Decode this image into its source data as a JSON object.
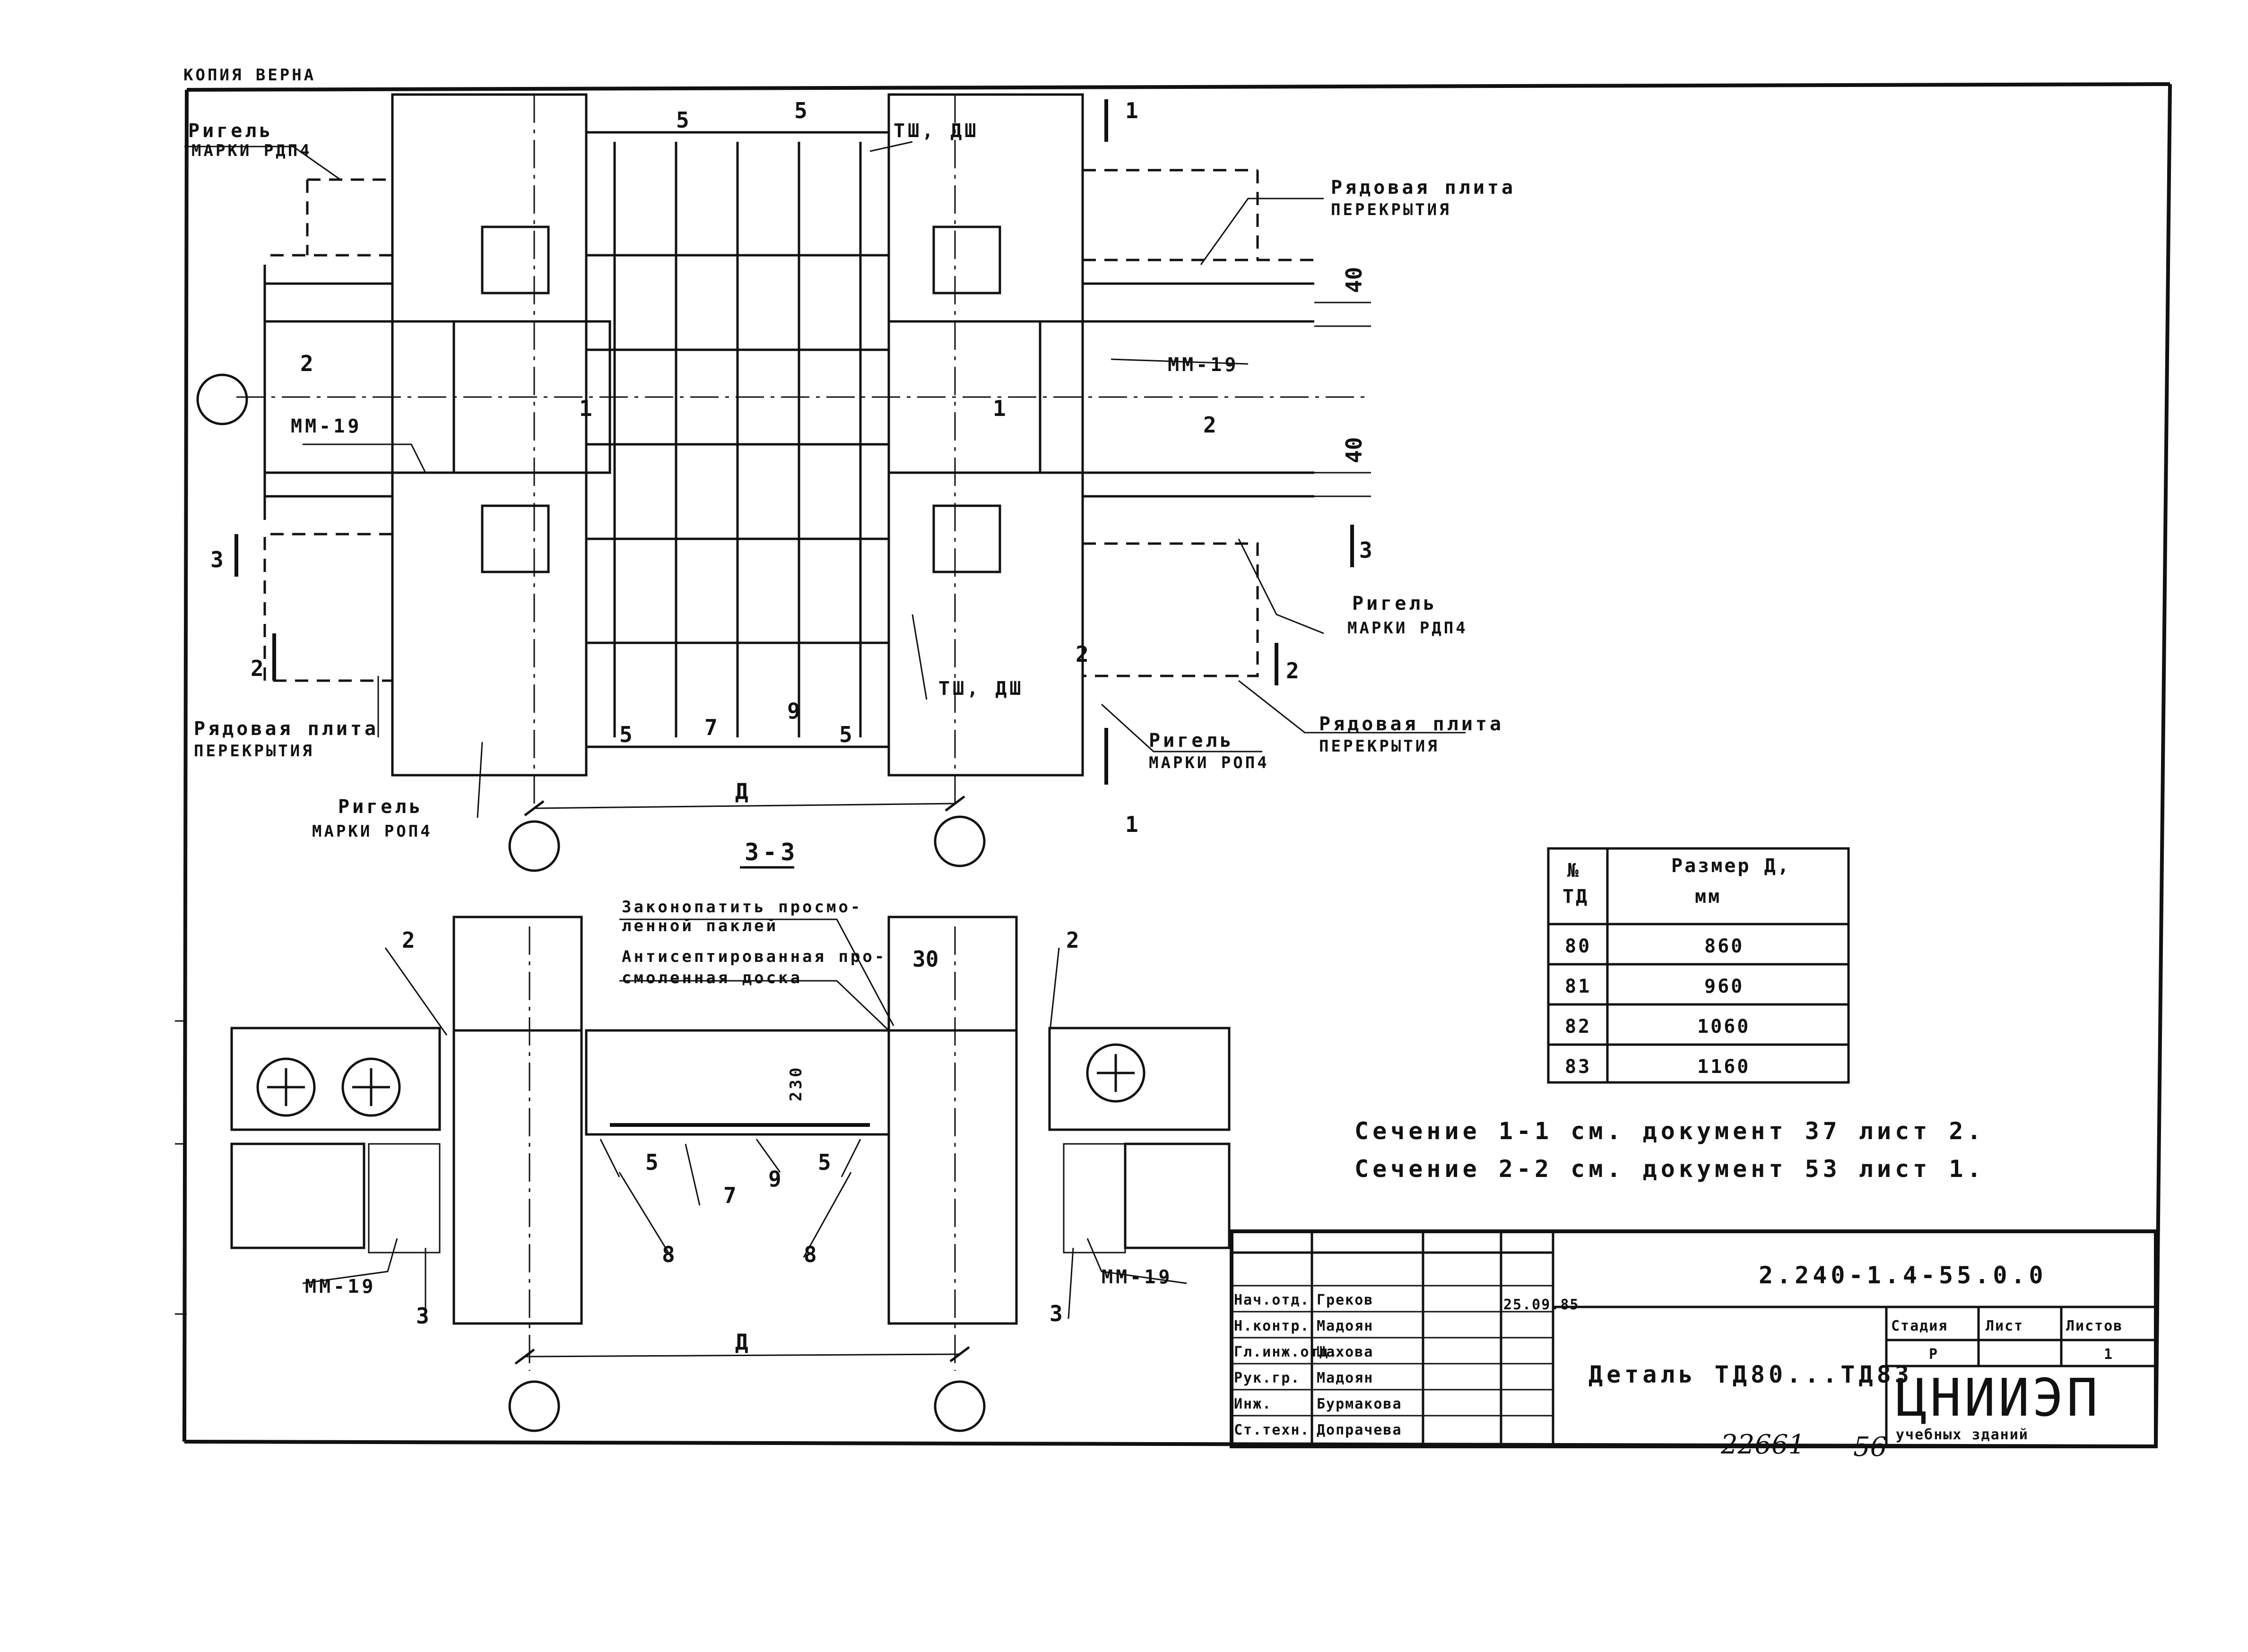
{
  "stamp_copy": "КОПИЯ  ВЕРНА",
  "plan": {
    "labels": {
      "rigel_tl_1": "Ригель",
      "rigel_tl_2": "МАРКИ РДП4",
      "plate_tr_1": "Рядовая плита",
      "plate_tr_2": "ПЕРЕКРЫТИЯ",
      "rigel_r_1": "Ригель",
      "rigel_r_2": "МАРКИ РДП4",
      "plate_br_1": "Рядовая плита",
      "plate_br_2": "ПЕРЕКРЫТИЯ",
      "rigel_br_1": "Ригель",
      "rigel_br_2": "МАРКИ РОП4",
      "plate_bl_1": "Рядовая плита",
      "plate_bl_2": "ПЕРЕКРЫТИЯ",
      "rigel_bl_1": "Ригель",
      "rigel_bl_2": "МАРКИ РОП4",
      "tsh_dsh_top": "ТШ, ДШ",
      "tsh_dsh_bottom": "ТШ, ДШ",
      "mm19_left": "ММ-19",
      "mm19_right": "ММ-19",
      "dim_40_top": "40",
      "dim_40_bottom": "40",
      "dim_d": "Д"
    },
    "numbers": {
      "n5a": "5",
      "n5b": "5",
      "n5c": "5",
      "n5d": "5",
      "n1a": "1",
      "n1b": "1",
      "n1_top": "1",
      "n1_bot": "1",
      "n2a": "2",
      "n2b": "2",
      "n2c": "2",
      "n2_leftcut": "2",
      "n2_rightcut": "2",
      "n3_left": "3",
      "n3_right": "3",
      "n7": "7",
      "n9": "9"
    }
  },
  "section": {
    "title": "3-3",
    "label_caulk_1": "Законопатить просмо-",
    "label_caulk_2": "ленной паклей",
    "label_board_1": "Антисептированная про-",
    "label_board_2": "смоленная доска",
    "dim_30": "30",
    "dim_230": "230",
    "dim_d": "Д",
    "n2_left": "2",
    "n2_right": "2",
    "n5_left": "5",
    "n5_right": "5",
    "n7": "7",
    "n9": "9",
    "n8_left": "8",
    "n8_right": "8",
    "n3_left": "3",
    "n3_right": "3",
    "mm19_left": "ММ-19",
    "mm19_right": "ММ-19"
  },
  "size_table": {
    "header_col1_line1": "№",
    "header_col1_line2": "ТД",
    "header_col2_line1": "Размер Д,",
    "header_col2_line2": "мм",
    "rows": [
      {
        "td": "80",
        "size": "860"
      },
      {
        "td": "81",
        "size": "960"
      },
      {
        "td": "82",
        "size": "1060"
      },
      {
        "td": "83",
        "size": "1160"
      }
    ]
  },
  "notes": {
    "line1": "Сечение 1-1 см. документ 37 лист 2.",
    "line2": "Сечение 2-2 см. документ 53 лист 1."
  },
  "title_block": {
    "doc_code": "2.240-1.4-55.0.0",
    "title": "Деталь ТД80...ТД83",
    "stage_label": "Стадия",
    "sheet_label": "Лист",
    "sheets_label": "Листов",
    "stage_value": "Р",
    "sheets_value": "1",
    "org_name": "ЦНИИЭП",
    "org_sub": "учебных зданий",
    "date": "25.09.85",
    "staff": [
      {
        "role": "Нач.отд.",
        "name": "Греков"
      },
      {
        "role": "Н.контр.",
        "name": "Мадоян"
      },
      {
        "role": "Гл.инж.отд.",
        "name": "Шахова"
      },
      {
        "role": "Рук.гр.",
        "name": "Мадоян"
      },
      {
        "role": "Инж.",
        "name": "Бурмакова"
      },
      {
        "role": "Ст.техн.",
        "name": "Допрачева"
      }
    ],
    "inventory": "22661",
    "page_no": "56"
  }
}
